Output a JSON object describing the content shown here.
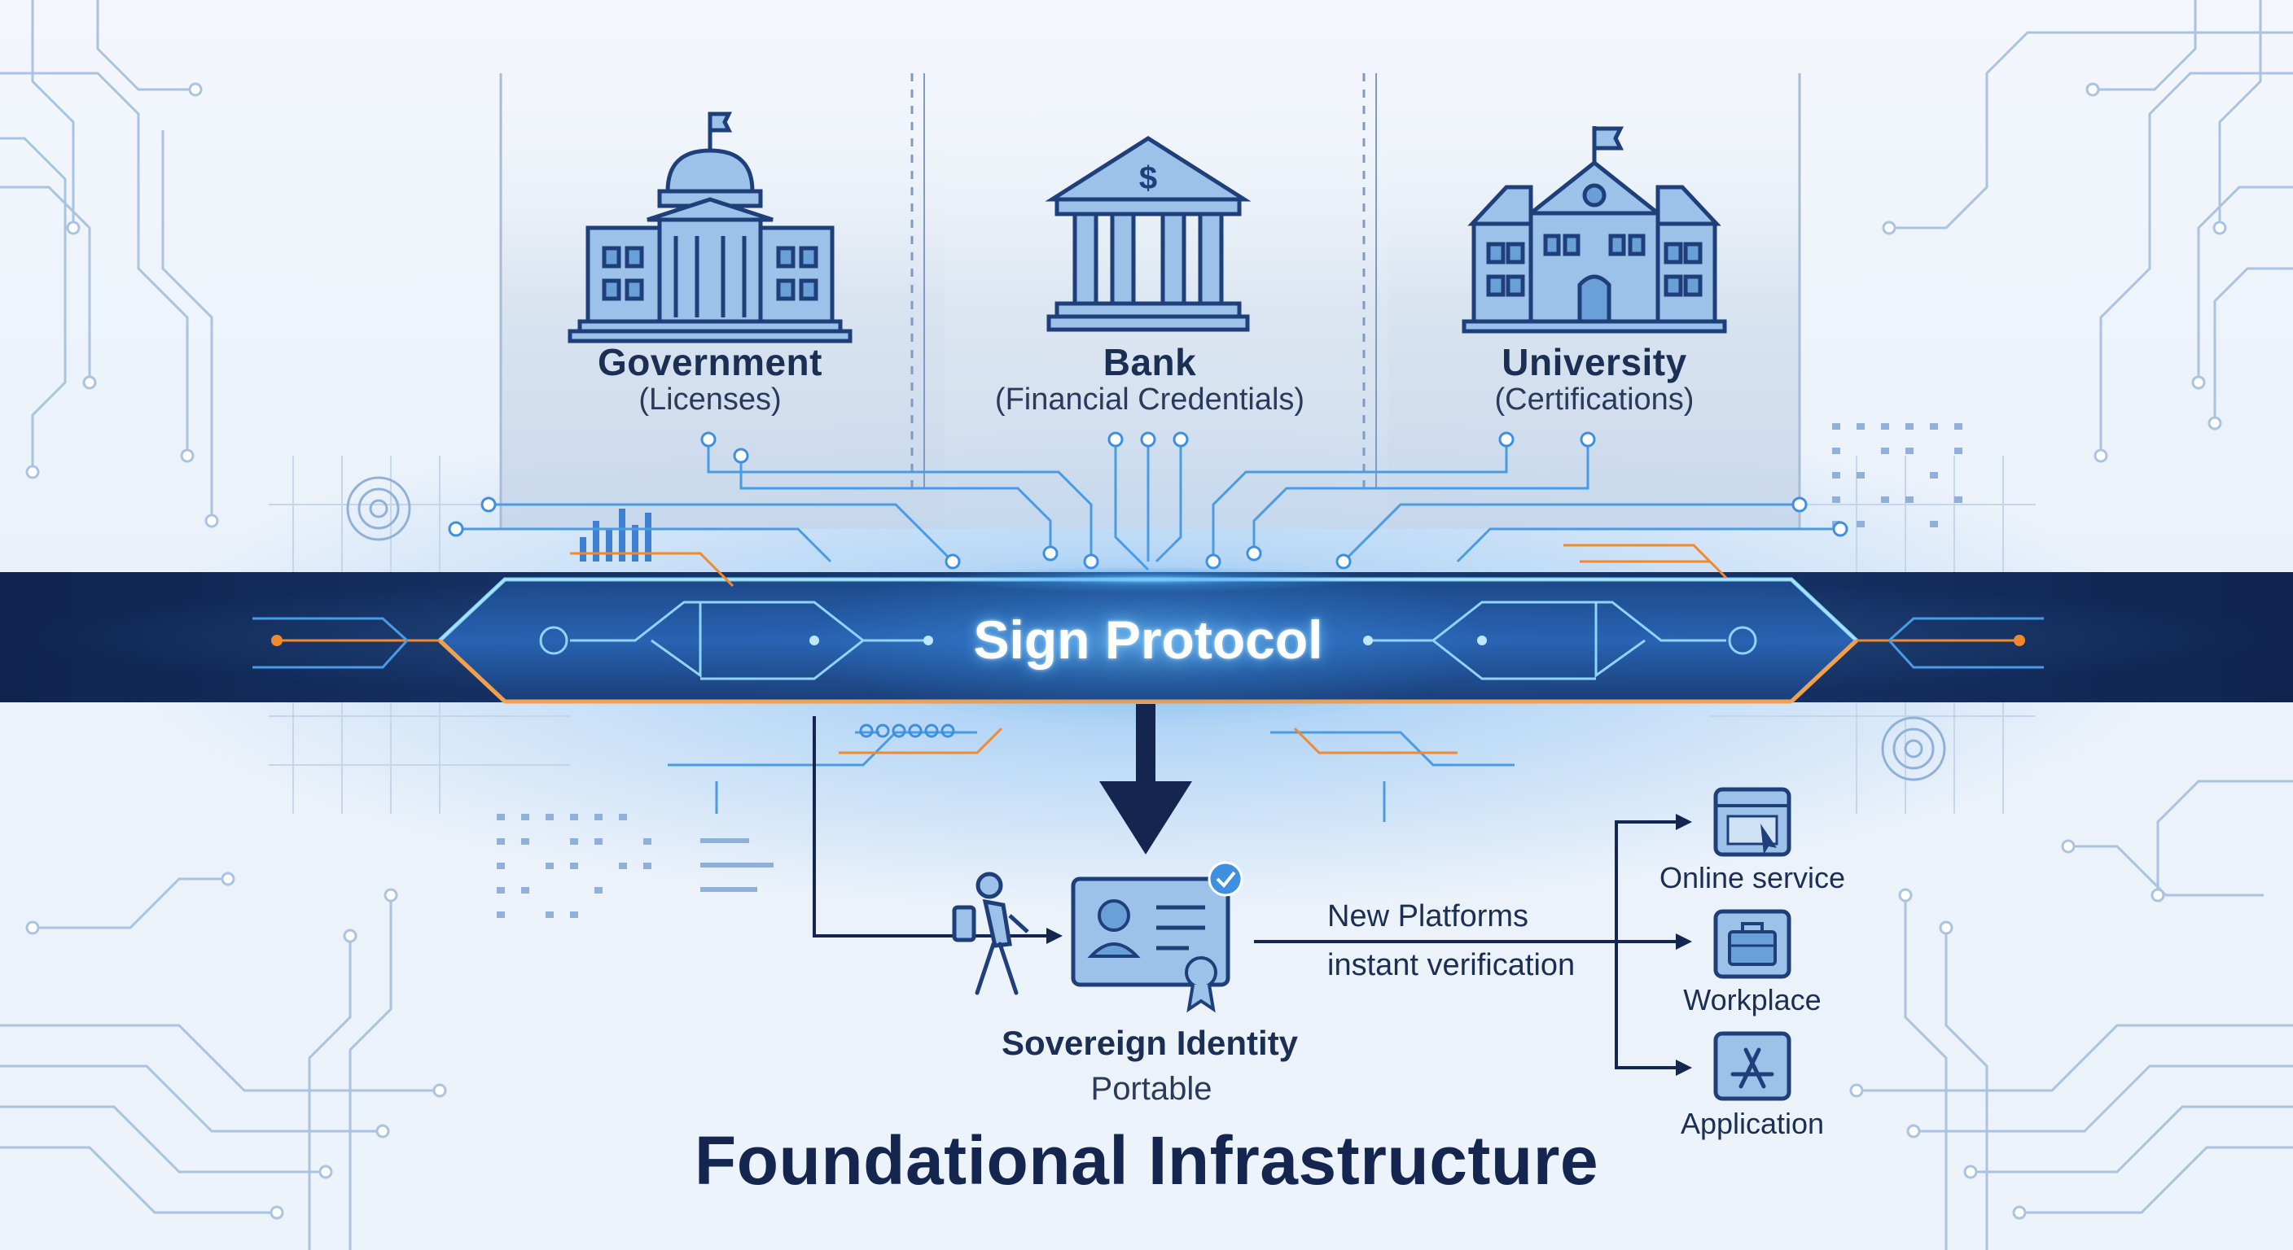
{
  "institutions": [
    {
      "name": "Government",
      "subtitle": "(Licenses)",
      "icon": "government-building-icon"
    },
    {
      "name": "Bank",
      "subtitle": "(Financial Credentials)",
      "icon": "bank-building-icon"
    },
    {
      "name": "University",
      "subtitle": "(Certifications)",
      "icon": "university-building-icon"
    }
  ],
  "protocol": {
    "label": "Sign Protocol"
  },
  "identity": {
    "title": "Sovereign Identity",
    "subtitle": "Portable",
    "icons": [
      "walking-person-icon",
      "id-card-icon",
      "checkmark-badge-icon"
    ]
  },
  "new_platforms": {
    "line1": "New Platforms",
    "line2": "instant verification"
  },
  "platforms": [
    {
      "label": "Online service",
      "icon": "browser-window-icon"
    },
    {
      "label": "Workplace",
      "icon": "briefcase-icon"
    },
    {
      "label": "Application",
      "icon": "app-store-icon"
    }
  ],
  "footer": {
    "title": "Foundational Infrastructure"
  },
  "colors": {
    "navy": "#14264f",
    "accent_blue": "#3f8fe0",
    "glow_orange": "#f08a2c",
    "icon_fill": "#9cc2ea",
    "icon_stroke": "#1f3f7a"
  }
}
